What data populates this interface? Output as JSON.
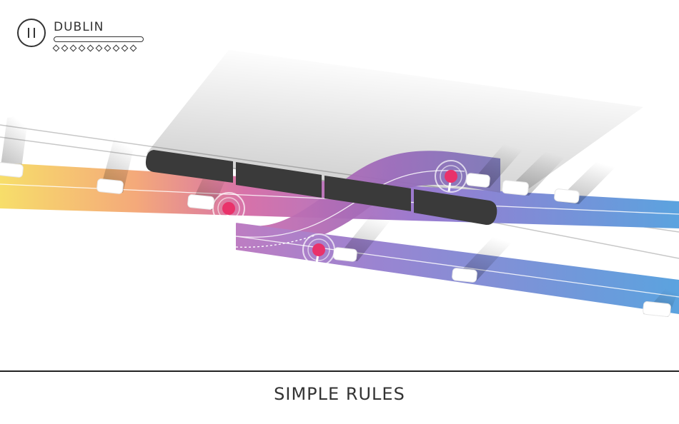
{
  "hud": {
    "city": "DUBLIN",
    "progress": 0,
    "stars": {
      "total": 10,
      "earned": 0
    },
    "pause_icon": "pause-icon"
  },
  "caption": "SIMPLE RULES",
  "colors": {
    "track_start": "#f7de6a",
    "track_mid": "#d772a9",
    "track_violet": "#9a7bd0",
    "track_end": "#5ba3df",
    "signal": "#e9326a",
    "train": "#3a3a3a",
    "line": "#222222"
  }
}
